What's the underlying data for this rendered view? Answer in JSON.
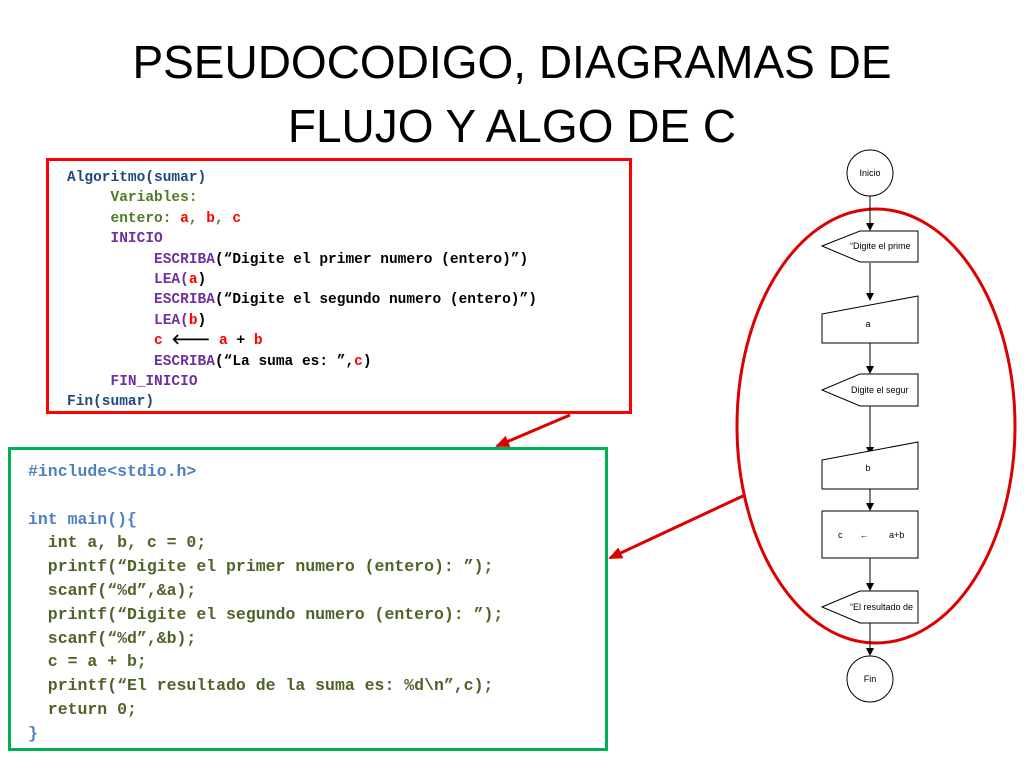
{
  "title": {
    "line1": "PSEUDOCODIGO, DIAGRAMAS DE",
    "line2": "FLUJO Y ALGO DE C"
  },
  "pseudocode": {
    "header": "Algoritmo(sumar)",
    "variables_label": "Variables:",
    "type_label": "entero:",
    "var_a": "a",
    "var_b": "b",
    "var_c": "c",
    "comma": ",",
    "inicio": "INICIO",
    "escriba": "ESCRIBA",
    "lea": "LEA",
    "msg1": "(“Digite el primer numero (entero)”)",
    "msg2": "(“Digite el segundo numero (entero)”)",
    "msg3": "(“La suma es: ”,",
    "open_paren": "(",
    "close_paren": ")",
    "assign_arrow": "🡐",
    "plus": "+",
    "fin_inicio": "FIN_INICIO",
    "footer": "Fin(sumar)"
  },
  "c_code": {
    "include": "#include<stdio.h>",
    "main_decl": "int main(){",
    "lines": [
      "  int a, b, c = 0;",
      "  printf(“Digite el primer numero (entero): ”);",
      "  scanf(“%d”,&a);",
      "  printf(“Digite el segundo numero (entero): ”);",
      "  scanf(“%d”,&b);",
      "  c = a + b;",
      "  printf(“El resultado de la suma es: %d\\n”,c);",
      "  return 0;"
    ],
    "close": "}"
  },
  "flowchart": {
    "start": "Inicio",
    "output1": "“Digite el prime",
    "input_a": "a",
    "output2": "Digite el segur",
    "input_b": "b",
    "process_c": "c",
    "process_arrow": "←",
    "process_expr": "a+b",
    "output3": "“El resultado de",
    "end": "Fin"
  },
  "colors": {
    "pseudo_border": "#ff0000",
    "c_border": "#00b050",
    "highlight_ellipse": "#dd0000",
    "connector_arrow": "#dd0000"
  }
}
